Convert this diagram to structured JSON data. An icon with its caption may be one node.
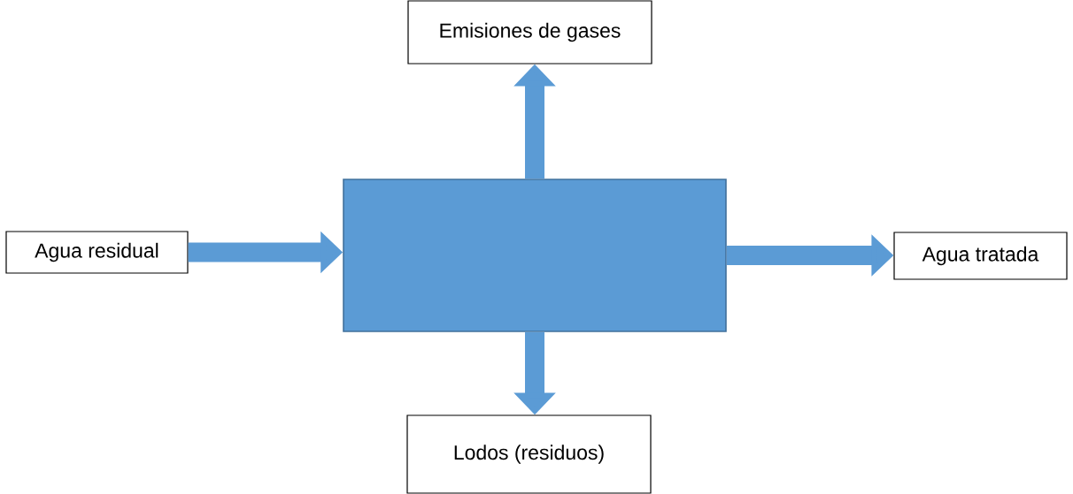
{
  "diagram": {
    "nodes": [
      {
        "text": [
          "Emisiones de gases"
        ]
      },
      {
        "text": [
          "Agua residual"
        ]
      },
      {
        "text": [],
        "shape": "box"
      },
      {
        "text": [
          "Agua tratada"
        ]
      },
      {
        "text": [
          "Lodos (residuos)"
        ]
      }
    ],
    "edges": [
      {
        "from": 1,
        "to": 2,
        "arrow": "to"
      },
      {
        "from": 2,
        "to": 0,
        "arrow": "to"
      },
      {
        "from": 2,
        "to": 3,
        "arrow": "to"
      },
      {
        "from": 2,
        "to": 4,
        "arrow": "to"
      }
    ]
  }
}
